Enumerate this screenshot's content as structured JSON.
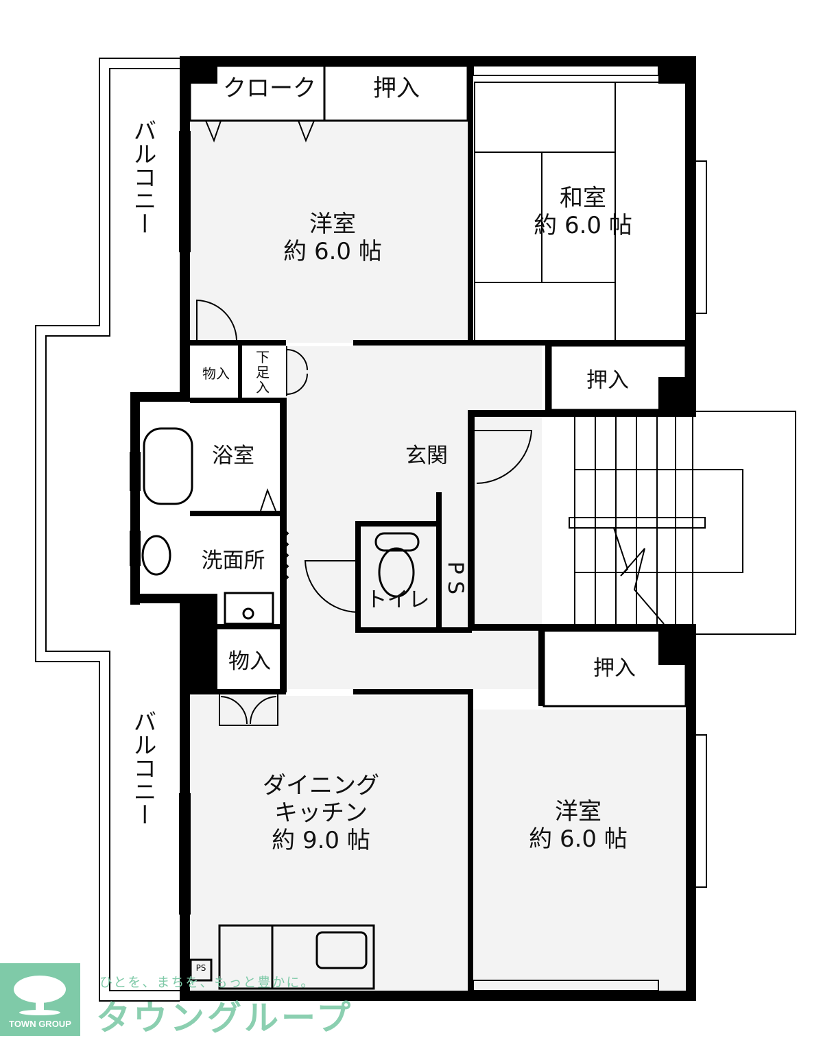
{
  "rooms": {
    "cloak": "クローク",
    "closet_top": "押入",
    "western1_name": "洋室",
    "western1_size": "約 6.0 帖",
    "japanese_name": "和室",
    "japanese_size": "約 6.0 帖",
    "storage1": "物入",
    "shoe_line1": "下",
    "shoe_line2": "足",
    "shoe_line3": "入",
    "closet_mid": "押入",
    "entrance": "玄関",
    "bath": "浴室",
    "washroom": "洗面所",
    "ps": "P S",
    "toilet": "トイレ",
    "storage2": "物入",
    "closet_low": "押入",
    "dk_line1": "ダイニング",
    "dk_line2": "キッチン",
    "dk_size": "約 9.0 帖",
    "western2_name": "洋室",
    "western2_size": "約 6.0 帖",
    "balcony_top": "バルコニー",
    "balcony_bottom": "バルコニー",
    "ps_small": "PS"
  },
  "logo": {
    "name": "TOWN GROUP",
    "slogan": "ひとを、まちを、もっと豊かに。",
    "brand": "タウングループ",
    "color": "#7fcaa8"
  }
}
